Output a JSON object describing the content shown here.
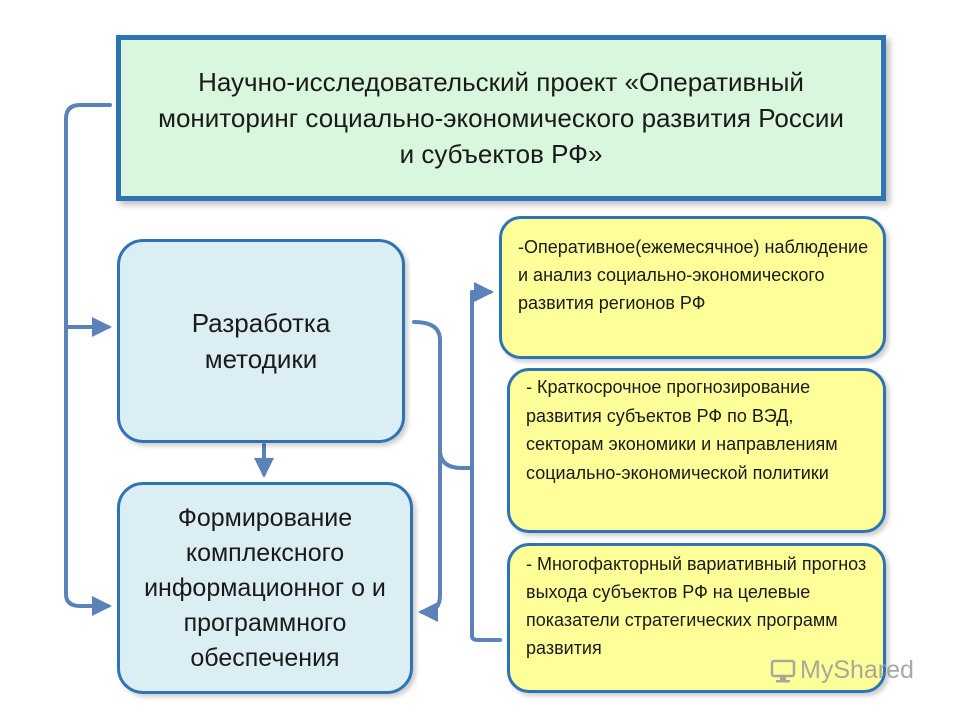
{
  "title": "Научно-исследовательский проект «Оперативный мониторинг социально-экономического развития России и субъектов РФ»",
  "method_box": "Разработка методики",
  "formation_box": "Формирование комплексного информационног о и программного обеспечения",
  "tasks": [
    "-Оперативное(ежемесячное) наблюдение и анализ социально-экономического развития регионов РФ",
    "- Краткосрочное прогнозирование  развития субъектов РФ  по  ВЭД, секторам  экономики и направлениям  социально-экономической политики",
    "- Многофакторный вариативный прогноз выхода субъектов РФ на целевые показатели стратегических программ развития"
  ],
  "watermark": {
    "text": "MyShared",
    "icon": "monitor-logo-icon"
  },
  "colors": {
    "accent": "#2e74b5",
    "title_fill": "#d9f7dd",
    "blue_fill": "#daeef3",
    "yellow_fill": "#ffff99",
    "line": "#5b82b9"
  }
}
